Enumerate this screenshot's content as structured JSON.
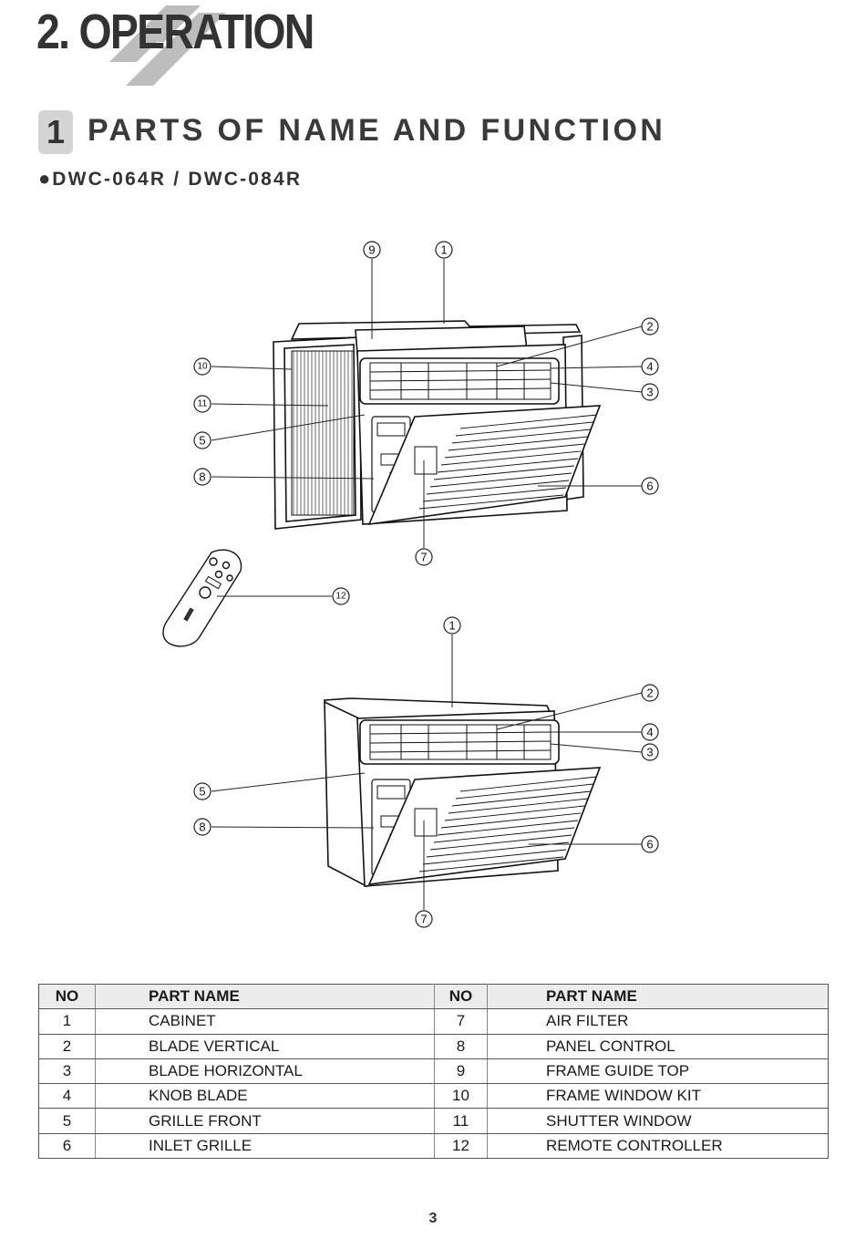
{
  "chapter": {
    "title": "2. OPERATION"
  },
  "section": {
    "number": "1",
    "title": "PARTS OF NAME AND FUNCTION"
  },
  "models": {
    "bullet": "●",
    "text": "DWC-064R / DWC-084R"
  },
  "callouts": {
    "c1": "1",
    "c2": "2",
    "c3": "3",
    "c4": "4",
    "c5": "5",
    "c6": "6",
    "c7": "7",
    "c8": "8",
    "c9": "9",
    "c10": "10",
    "c11": "11",
    "c12": "12"
  },
  "table": {
    "headers": {
      "no": "NO",
      "part_name": "PART NAME",
      "no2": "NO",
      "part_name2": "PART NAME"
    },
    "rows": [
      {
        "no": "1",
        "name": "CABINET",
        "no2": "7",
        "name2": "AIR FILTER"
      },
      {
        "no": "2",
        "name": "BLADE VERTICAL",
        "no2": "8",
        "name2": "PANEL CONTROL"
      },
      {
        "no": "3",
        "name": "BLADE HORIZONTAL",
        "no2": "9",
        "name2": "FRAME GUIDE TOP"
      },
      {
        "no": "4",
        "name": "KNOB BLADE",
        "no2": "10",
        "name2": "FRAME WINDOW KIT"
      },
      {
        "no": "5",
        "name": "GRILLE FRONT",
        "no2": "11",
        "name2": "SHUTTER WINDOW"
      },
      {
        "no": "6",
        "name": "INLET GRILLE",
        "no2": "12",
        "name2": "REMOTE CONTROLLER"
      }
    ]
  },
  "page": {
    "number": "3"
  }
}
